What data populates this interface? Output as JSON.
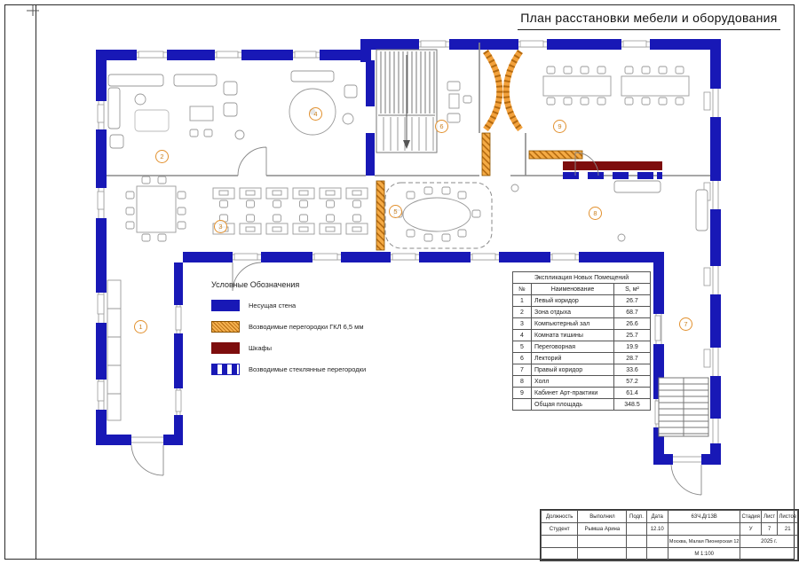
{
  "page": {
    "title": "План расстановки мебели и оборудования"
  },
  "plan": {
    "rooms": [
      "1",
      "2",
      "3",
      "4",
      "5",
      "6",
      "7",
      "8",
      "9"
    ]
  },
  "legend": {
    "title": "Условные Обозначения",
    "items": [
      {
        "label": "Несущая стена",
        "type": "solid",
        "color": "#1818b6"
      },
      {
        "label": "Возводимые перегородки ГКЛ 6,5 мм",
        "type": "hatch",
        "color": "#f2a13c"
      },
      {
        "label": "Шкафы",
        "type": "solid",
        "color": "#7d0d0d"
      },
      {
        "label": "Возводимые стеклянные перегородки",
        "type": "dashed",
        "color": "#1818b6"
      }
    ]
  },
  "explication": {
    "title": "Экспликация Новых Помещений",
    "columns": [
      "№",
      "Наименование",
      "S, м²"
    ],
    "rows": [
      [
        "1",
        "Левый коридор",
        "26.7"
      ],
      [
        "2",
        "Зона отдыха",
        "68.7"
      ],
      [
        "3",
        "Компьютерный зал",
        "26.6"
      ],
      [
        "4",
        "Комната тишины",
        "25.7"
      ],
      [
        "5",
        "Переговорная",
        "19.9"
      ],
      [
        "6",
        "Лекторий",
        "28.7"
      ],
      [
        "7",
        "Правый коридор",
        "33.6"
      ],
      [
        "8",
        "Холл",
        "57.2"
      ],
      [
        "9",
        "Кабинет Арт-практики",
        "61.4"
      ]
    ],
    "total_label": "Общая площадь",
    "total_value": "348.5"
  },
  "title_block": {
    "col_headers": [
      "Должность",
      "Выполнил",
      "Подп.",
      "Дата"
    ],
    "doc_number": "63Ч.Дг13В",
    "stage_header": [
      "Стадия",
      "Лист",
      "Листов"
    ],
    "position": "Студент",
    "name": "Рымша Арина",
    "date": "12.10",
    "stage": "У",
    "sheet": "7",
    "sheets": "21",
    "year": "2025 г.",
    "address": "Москва, Малая Пионерская 12",
    "scale": "М 1:100"
  }
}
